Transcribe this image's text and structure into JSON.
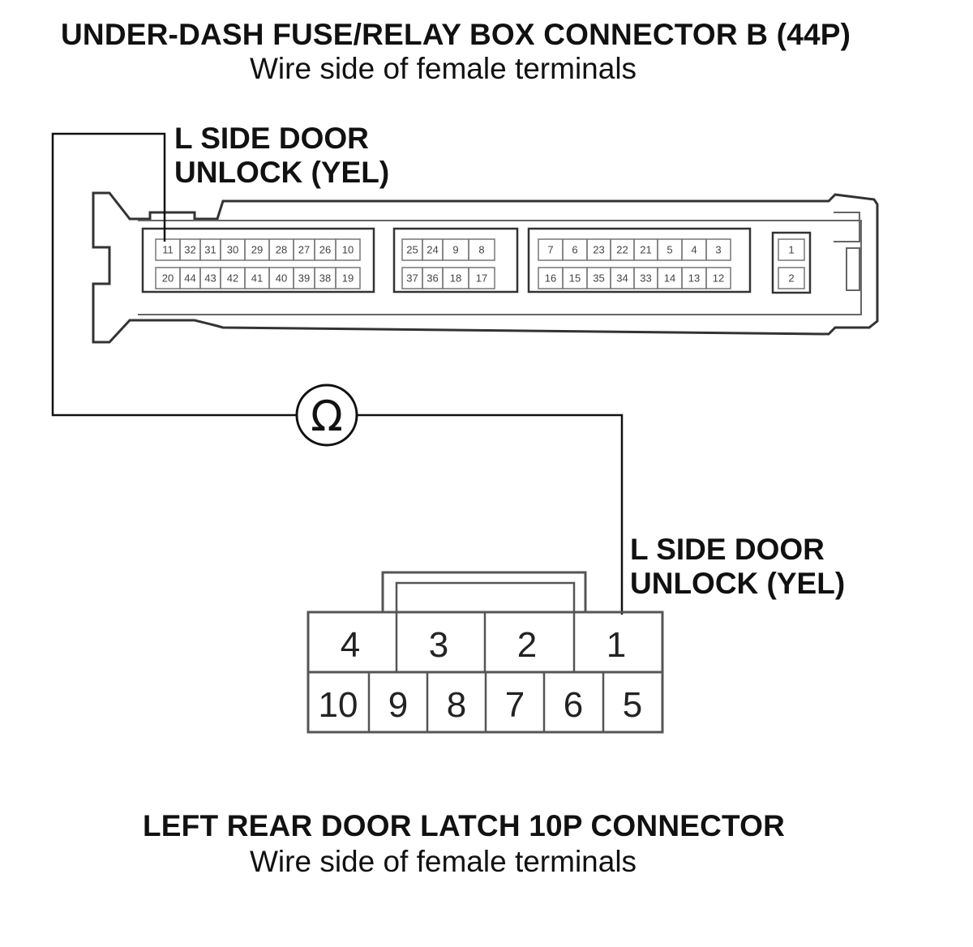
{
  "top_connector": {
    "title": "UNDER-DASH FUSE/RELAY BOX CONNECTOR B (44P)",
    "subtitle": "Wire side of female terminals",
    "wire_label_line1": "L SIDE DOOR",
    "wire_label_line2": "UNLOCK (YEL)",
    "section1_row1": [
      "11",
      "32",
      "31",
      "30",
      "29",
      "28",
      "27",
      "26",
      "10"
    ],
    "section1_row2": [
      "20",
      "44",
      "43",
      "42",
      "41",
      "40",
      "39",
      "38",
      "19"
    ],
    "section2_row1": [
      "25",
      "24",
      "9",
      "8"
    ],
    "section2_row2": [
      "37",
      "36",
      "18",
      "17"
    ],
    "section3_row1": [
      "7",
      "6",
      "23",
      "22",
      "21",
      "5",
      "4",
      "3"
    ],
    "section3_row2": [
      "16",
      "15",
      "35",
      "34",
      "33",
      "14",
      "13",
      "12"
    ],
    "section4": [
      "1",
      "2"
    ]
  },
  "meter": {
    "symbol": "Ω",
    "symbol_name": "ohmmeter-icon"
  },
  "bottom_connector": {
    "title": "LEFT REAR DOOR LATCH 10P CONNECTOR",
    "subtitle": "Wire side of female terminals",
    "wire_label_line1": "L SIDE DOOR",
    "wire_label_line2": "UNLOCK (YEL)",
    "row1": [
      "4",
      "3",
      "2",
      "1"
    ],
    "row2": [
      "10",
      "9",
      "8",
      "7",
      "6",
      "5"
    ]
  }
}
